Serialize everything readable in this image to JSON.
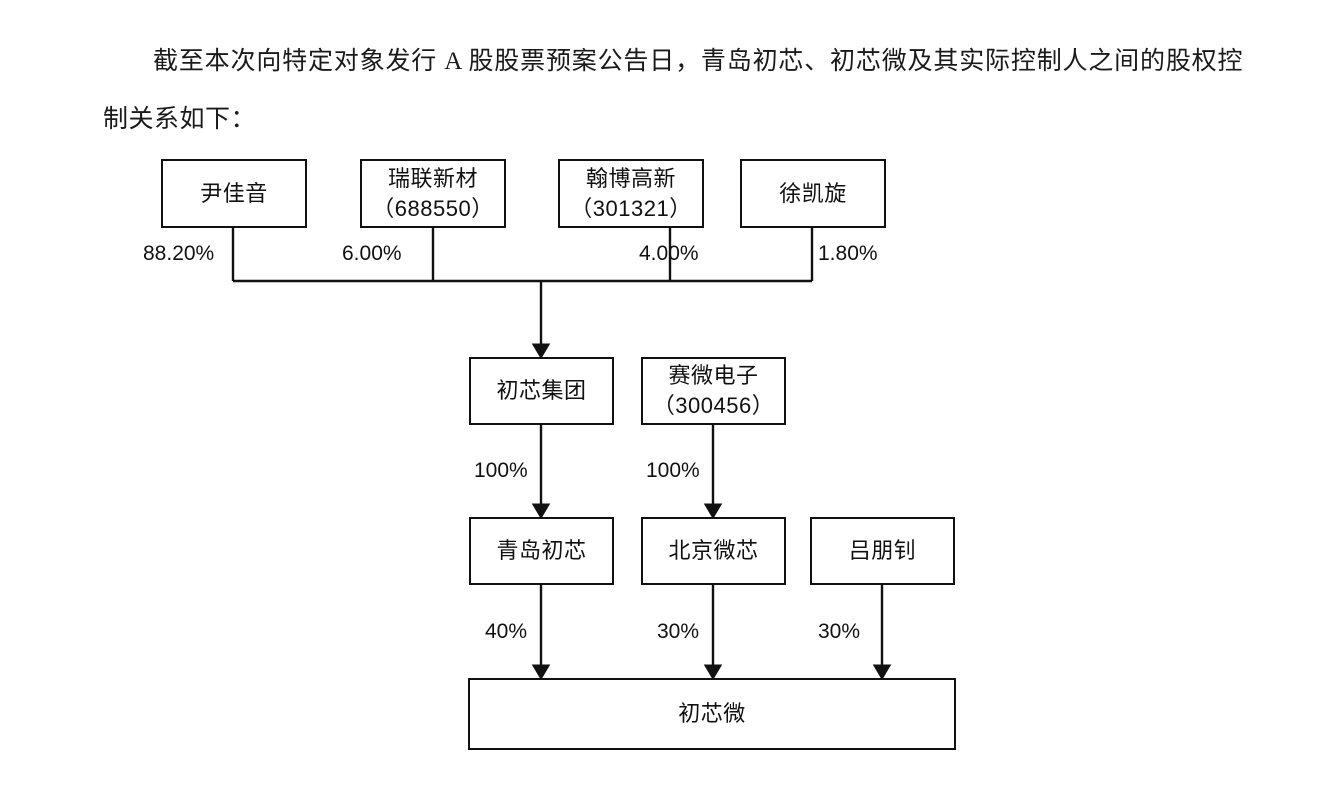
{
  "document": {
    "paragraph": "截至本次向特定对象发行 A 股股票预案公告日，青岛初芯、初芯微及其实际控制人之间的股权控制关系如下："
  },
  "chart_data": {
    "type": "diagram",
    "diagram_kind": "ownership-structure-chart",
    "title": "青岛初芯、初芯微及其实际控制人之间的股权控制关系",
    "nodes": [
      {
        "id": "yinjiayin",
        "label": "尹佳音",
        "row": 1
      },
      {
        "id": "ruilian",
        "label": "瑞联新材\n（688550）",
        "row": 1
      },
      {
        "id": "hanbo",
        "label": "翰博高新\n（301321）",
        "row": 1
      },
      {
        "id": "xukaixuan",
        "label": "徐凯旋",
        "row": 1
      },
      {
        "id": "chuxinjt",
        "label": "初芯集团",
        "row": 2
      },
      {
        "id": "saiwei",
        "label": "赛微电子\n（300456）",
        "row": 2
      },
      {
        "id": "qingdaochuxin",
        "label": "青岛初芯",
        "row": 3
      },
      {
        "id": "beijingweixin",
        "label": "北京微芯",
        "row": 3
      },
      {
        "id": "lvpengzhao",
        "label": "吕朋钊",
        "row": 3
      },
      {
        "id": "chuxinwei",
        "label": "初芯微",
        "row": 4
      }
    ],
    "edges": [
      {
        "from": "yinjiayin",
        "to": "chuxinjt",
        "label": "88.20%"
      },
      {
        "from": "ruilian",
        "to": "chuxinjt",
        "label": "6.00%"
      },
      {
        "from": "hanbo",
        "to": "chuxinjt",
        "label": "4.00%"
      },
      {
        "from": "xukaixuan",
        "to": "chuxinjt",
        "label": "1.80%"
      },
      {
        "from": "chuxinjt",
        "to": "qingdaochuxin",
        "label": "100%"
      },
      {
        "from": "saiwei",
        "to": "beijingweixin",
        "label": "100%"
      },
      {
        "from": "qingdaochuxin",
        "to": "chuxinwei",
        "label": "40%"
      },
      {
        "from": "beijingweixin",
        "to": "chuxinwei",
        "label": "30%"
      },
      {
        "from": "lvpengzhao",
        "to": "chuxinwei",
        "label": "30%"
      }
    ],
    "colors": {
      "line": "#111111",
      "box_border": "#111111",
      "background": "#ffffff",
      "text": "#111111"
    }
  }
}
